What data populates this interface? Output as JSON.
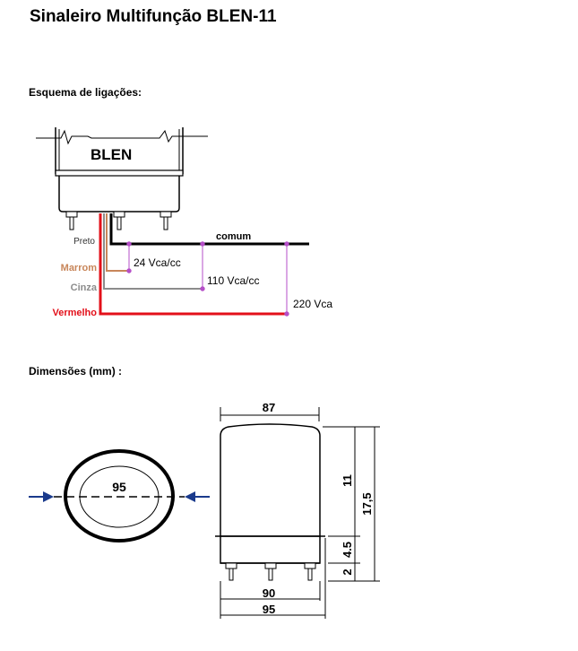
{
  "title": "Sinaleiro Multifunção BLEN-11",
  "wiring": {
    "heading": "Esquema de ligações:",
    "device_label": "BLEN",
    "wires": {
      "preto": "Preto",
      "marrom": "Marrom",
      "cinza": "Cinza",
      "vermelho": "Vermelho"
    },
    "terminals": {
      "comum": "comum",
      "v24": "24 Vca/cc",
      "v110": "110 Vca/cc",
      "v220": "220 Vca"
    },
    "colors": {
      "preto": "#000000",
      "marrom": "#c8865a",
      "cinza": "#8c8c8c",
      "vermelho": "#e3101a",
      "junction": "#b54fc8"
    }
  },
  "dimensions": {
    "heading": "Dimensões (mm) :",
    "top_view_diameter": "95",
    "top_width": "87",
    "total_height": "17,5",
    "body_height": "11",
    "base_height": "4.5",
    "pin_height": "2",
    "base_width": "90",
    "overall_width": "95"
  }
}
